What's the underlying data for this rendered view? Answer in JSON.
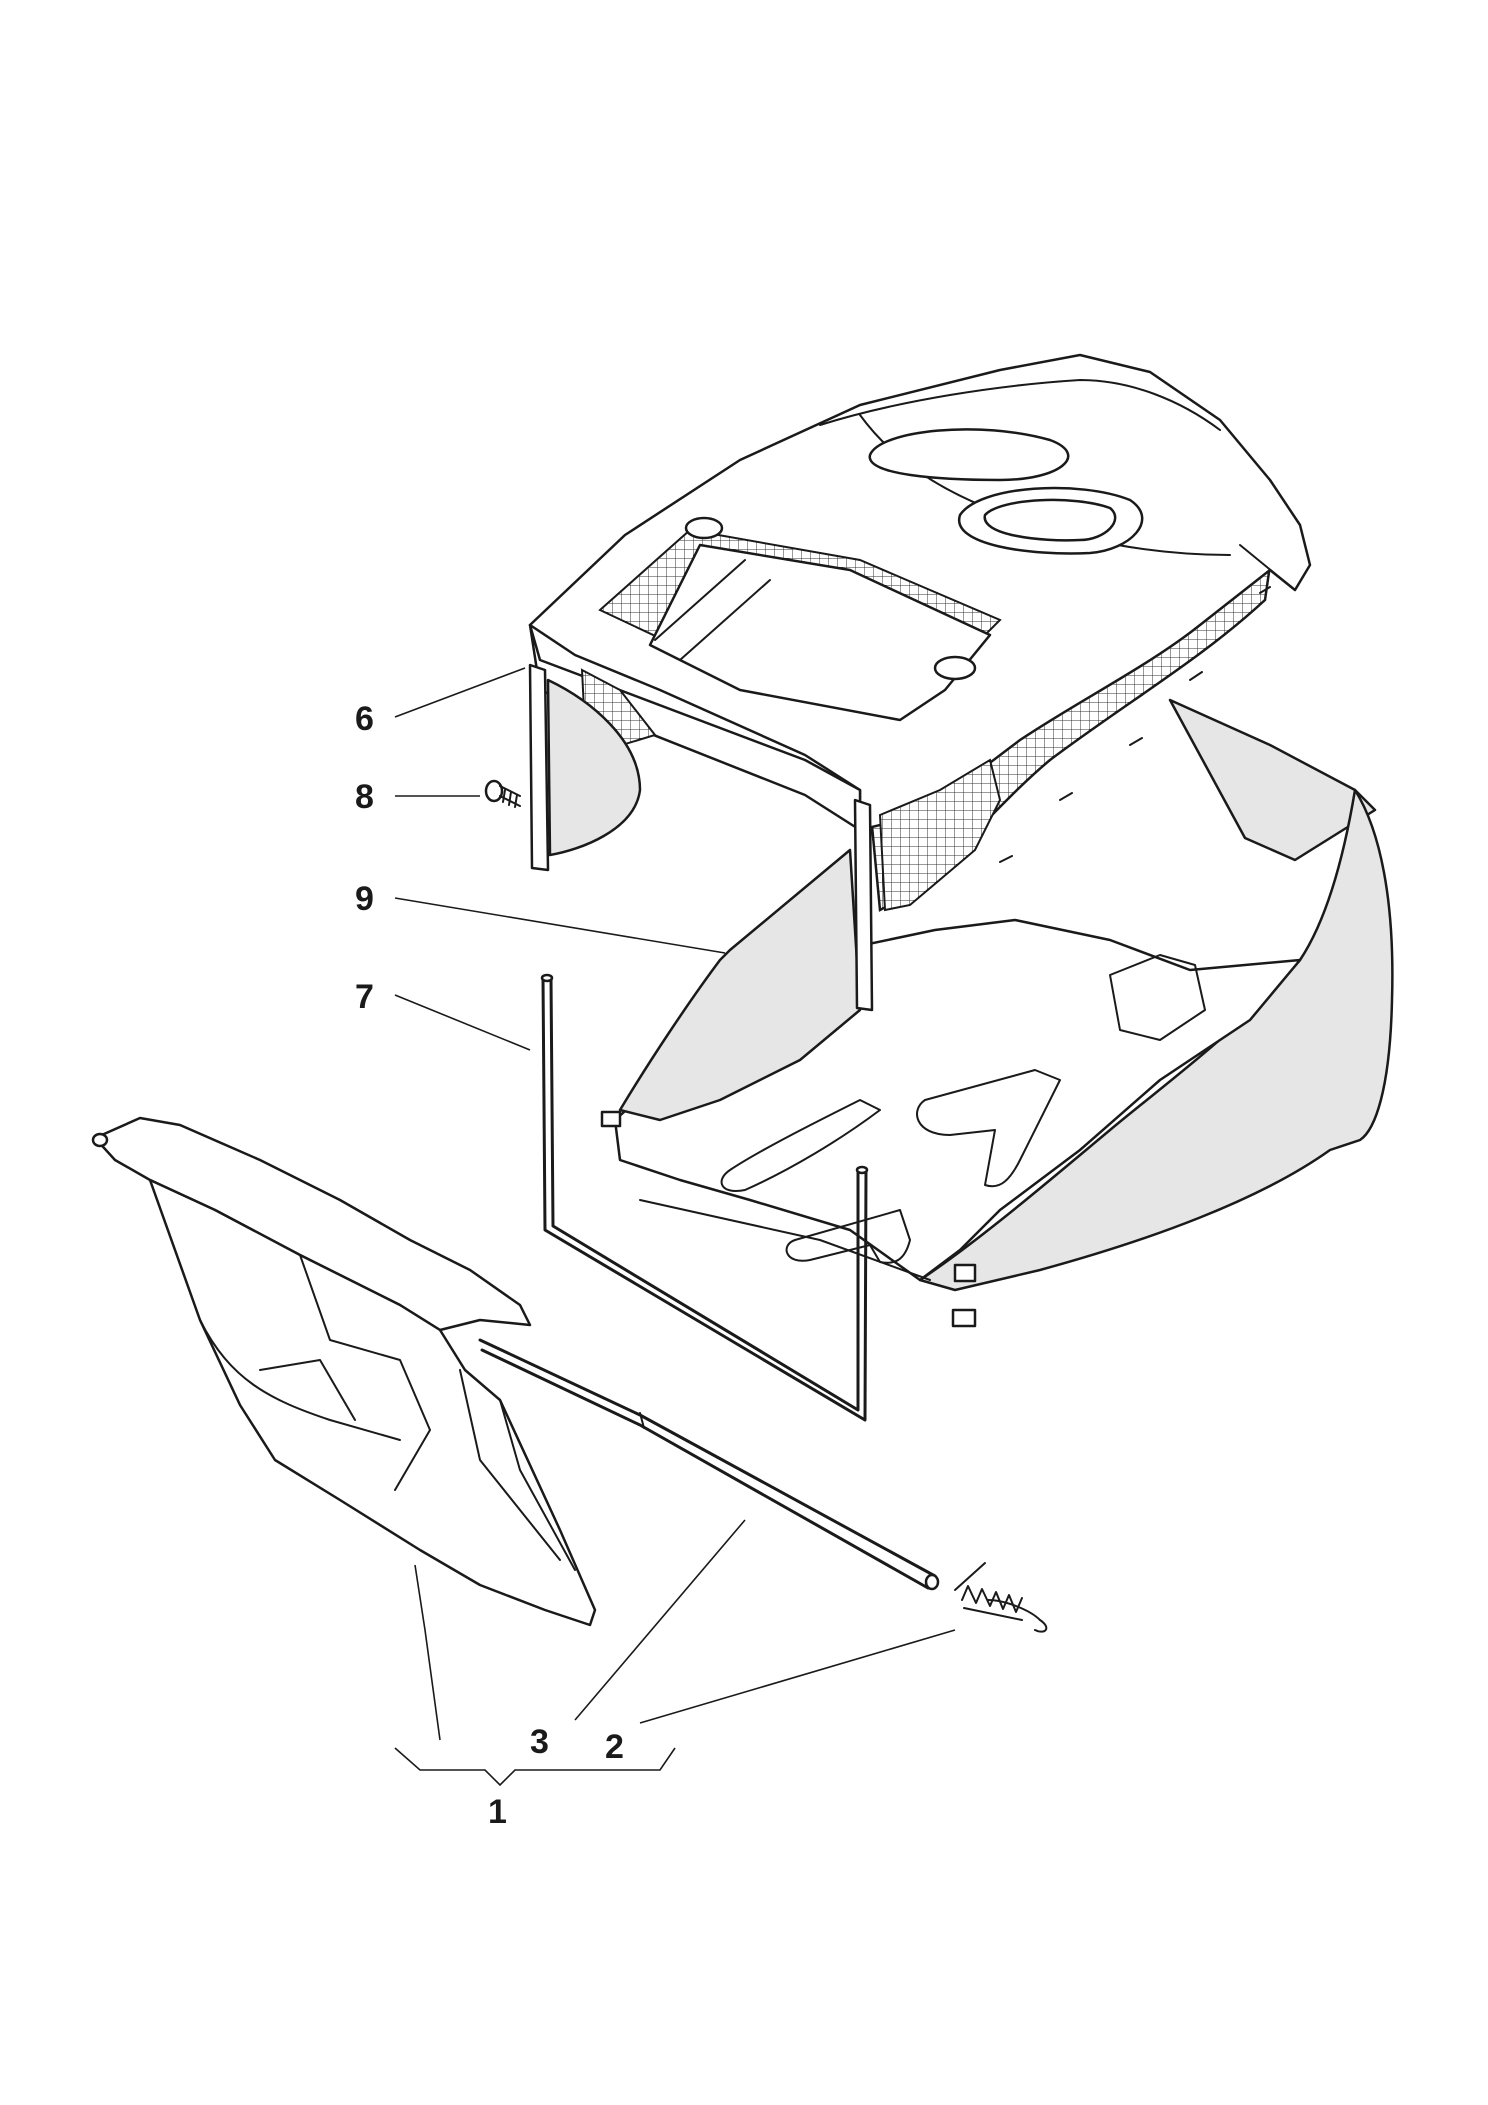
{
  "callouts": [
    {
      "id": "6",
      "text": "6"
    },
    {
      "id": "8",
      "text": "8"
    },
    {
      "id": "9",
      "text": "9"
    },
    {
      "id": "7",
      "text": "7"
    },
    {
      "id": "3",
      "text": "3"
    },
    {
      "id": "2",
      "text": "2"
    },
    {
      "id": "1",
      "text": "1"
    }
  ],
  "colors": {
    "line": "#1a1a1a",
    "bag_fabric": "#e6e6e6",
    "background": "#ffffff"
  }
}
